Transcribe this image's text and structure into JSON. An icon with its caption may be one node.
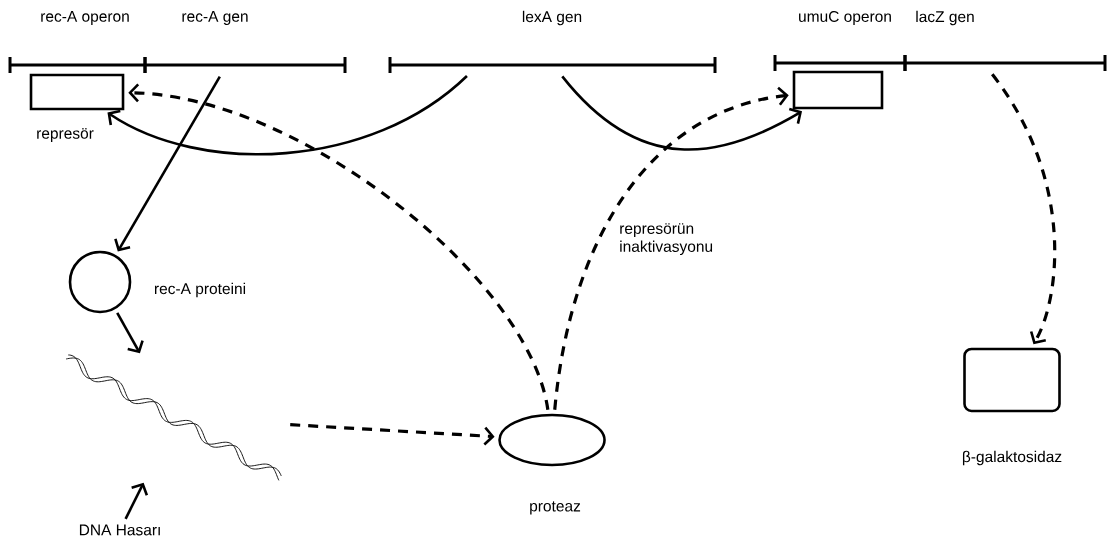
{
  "diagram": {
    "nodes": [
      {
        "text": [
          "rec-A operon"
        ]
      },
      {
        "text": [
          "rec-A gen"
        ]
      },
      {
        "text": [
          "lexA gen"
        ]
      },
      {
        "text": [
          "umuC operon"
        ]
      },
      {
        "text": [
          "lacZ gen"
        ]
      },
      {
        "text": [
          "represör"
        ]
      },
      {
        "text": [],
        "shape": "hexagon"
      },
      {
        "text": [
          "rec-A proteini"
        ]
      },
      {
        "text": [],
        "shape": "picture"
      },
      {
        "text": [
          "DNA Hasarı"
        ]
      },
      {
        "text": [
          "proteaz"
        ]
      },
      {
        "text": [
          "β-galaktosidaz"
        ]
      }
    ],
    "edges": [
      {
        "from": 2,
        "to": 5,
        "arrow": "to"
      },
      {
        "from": 2,
        "to": 6,
        "arrow": "to"
      },
      {
        "from": 1,
        "to": 7,
        "arrow": "to"
      },
      {
        "from": 10,
        "to": 5,
        "arrow": "to",
        "style": "dashed"
      },
      {
        "from": 10,
        "to": 6,
        "arrow": "to",
        "style": "dashed",
        "label": "represörün inaktivasyonu"
      },
      {
        "from": 4,
        "to": 11,
        "arrow": "to",
        "style": "dashed"
      },
      {
        "from": 7,
        "to": 8,
        "arrow": "to"
      },
      {
        "from": 9,
        "to": 8,
        "arrow": "to"
      },
      {
        "from": 8,
        "to": 10,
        "arrow": "to",
        "style": "dashed"
      }
    ]
  }
}
